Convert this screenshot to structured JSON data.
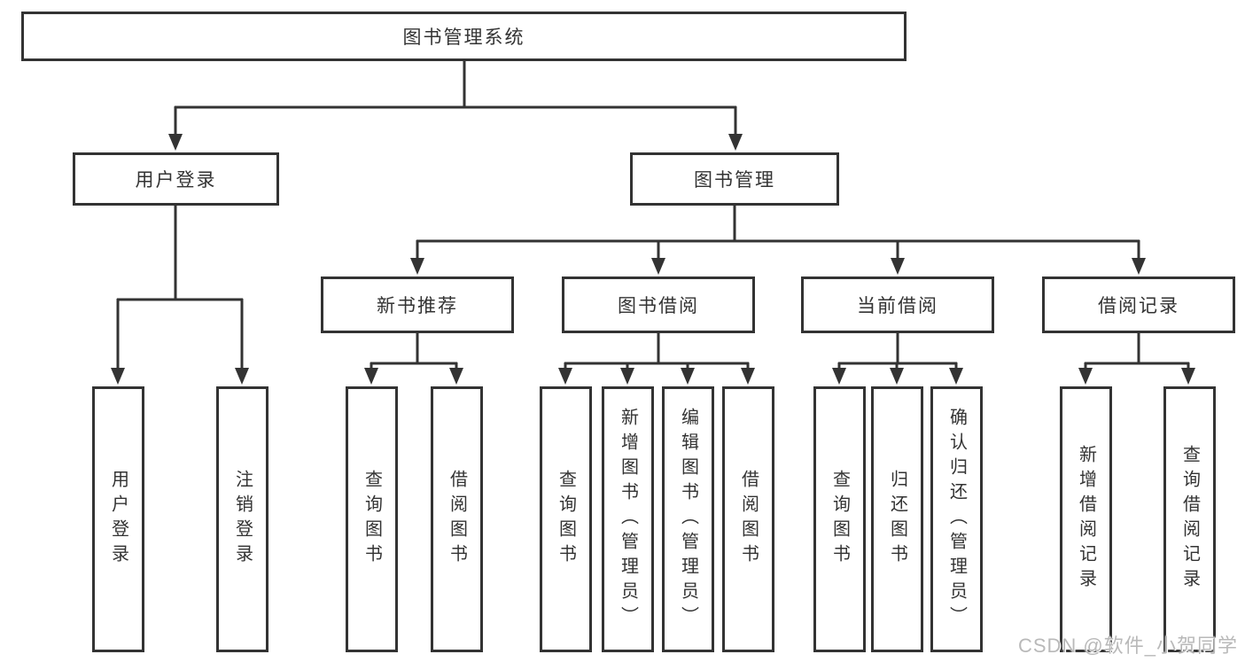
{
  "tree": {
    "root": {
      "label": "图书管理系统"
    },
    "branches": [
      {
        "label": "用户登录",
        "children": [
          {
            "label": "用户登录"
          },
          {
            "label": "注销登录"
          }
        ]
      },
      {
        "label": "图书管理",
        "children": [
          {
            "label": "新书推荐",
            "children": [
              {
                "label": "查询图书"
              },
              {
                "label": "借阅图书"
              }
            ]
          },
          {
            "label": "图书借阅",
            "children": [
              {
                "label": "查询图书"
              },
              {
                "label": "新增图书（管理员）"
              },
              {
                "label": "编辑图书（管理员）"
              },
              {
                "label": "借阅图书"
              }
            ]
          },
          {
            "label": "当前借阅",
            "children": [
              {
                "label": "查询图书"
              },
              {
                "label": "归还图书"
              },
              {
                "label": "确认归还（管理员）"
              }
            ]
          },
          {
            "label": "借阅记录",
            "children": [
              {
                "label": "新增借阅记录"
              },
              {
                "label": "查询借阅记录"
              }
            ]
          }
        ]
      }
    ]
  },
  "watermark": "CSDN @软件_小贺同学",
  "colors": {
    "line": "#333333",
    "text": "#333333",
    "canvas": "#ffffff",
    "watermark": "#b9b9b9"
  }
}
